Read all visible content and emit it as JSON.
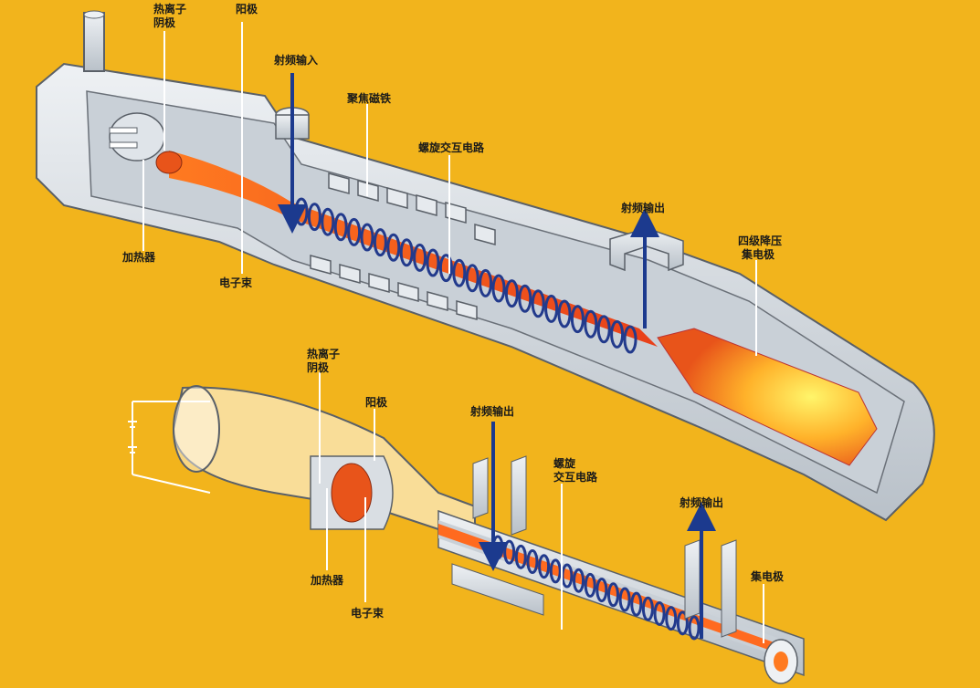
{
  "colors": {
    "background": "#f2b41c",
    "tube_body": "#d9dee3",
    "tube_shadow": "#aab2ba",
    "beam_outer": "#e8541a",
    "beam_inner": "#ff9a2a",
    "collector_glow": "#ffe040",
    "helix": "#223a8c",
    "rf_arrow": "#1c3a8e",
    "leader": "#ffffff",
    "label": "#1a1a1a"
  },
  "top_diagram": {
    "labels": {
      "cathode_line1": "热离子",
      "cathode_line2": "阴极",
      "anode": "阳极",
      "rf_input": "射频输入",
      "focusing_magnet": "聚焦磁铁",
      "helix_circuit": "螺旋交互电路",
      "rf_output": "射频输出",
      "collector_line1": "四级降压",
      "collector_line2": "集电极",
      "heater": "加热器",
      "electron_beam": "电子束"
    }
  },
  "bottom_diagram": {
    "labels": {
      "cathode_line1": "热离子",
      "cathode_line2": "阴极",
      "anode": "阳极",
      "rf_input": "射频输出",
      "helix_line1": "螺旋",
      "helix_line2": "交互电路",
      "rf_output": "射频输出",
      "collector": "集电极",
      "heater": "加热器",
      "electron_beam": "电子束"
    }
  }
}
